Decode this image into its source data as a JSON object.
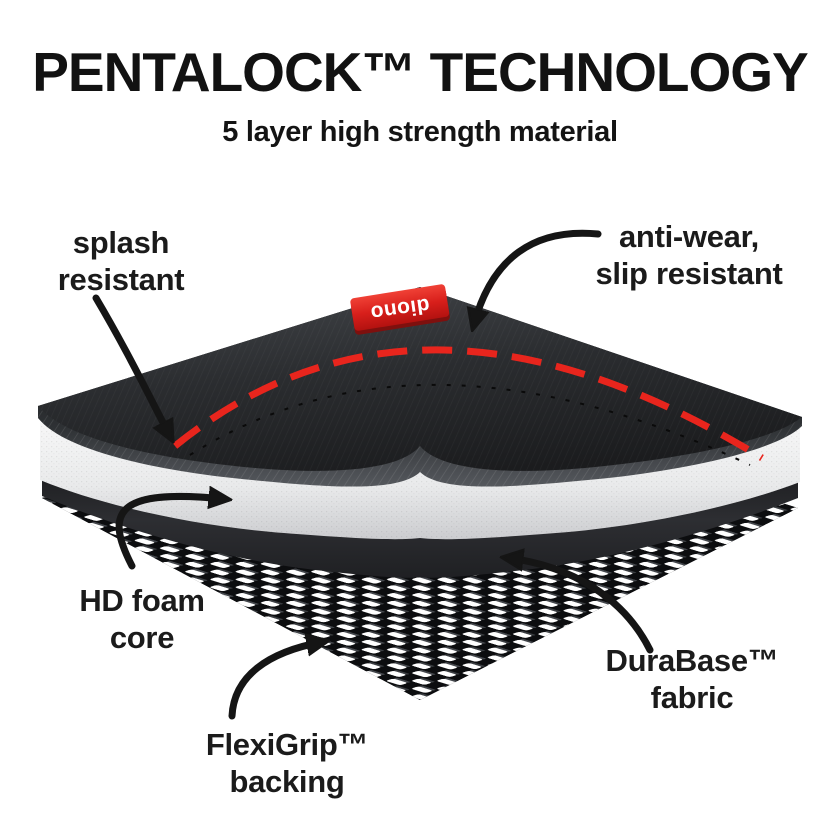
{
  "header": {
    "title": "PENTALOCK™ TECHNOLOGY",
    "subtitle": "5 layer high strength material"
  },
  "diagram": {
    "badge": {
      "text": "diono",
      "color": "#D81F1B"
    },
    "labels": [
      {
        "id": "splash-resistant",
        "lines": [
          "splash",
          "resistant"
        ]
      },
      {
        "id": "anti-wear",
        "lines": [
          "anti-wear,",
          "slip resistant"
        ]
      },
      {
        "id": "hd-foam-core",
        "lines": [
          "HD foam",
          "core"
        ]
      },
      {
        "id": "durabase-fabric",
        "lines": [
          "DuraBase™",
          "fabric"
        ]
      },
      {
        "id": "flexigrip-backing",
        "lines": [
          "FlexiGrip™",
          "backing"
        ]
      }
    ],
    "colors": {
      "stitch_red": "#E8251D",
      "top_layer_dark": "#26282B",
      "foam_light": "#EDEEEF",
      "durabase_dark": "#26272A",
      "mesh_black": "#0C0D0F",
      "text": "#1B1B1B"
    }
  }
}
